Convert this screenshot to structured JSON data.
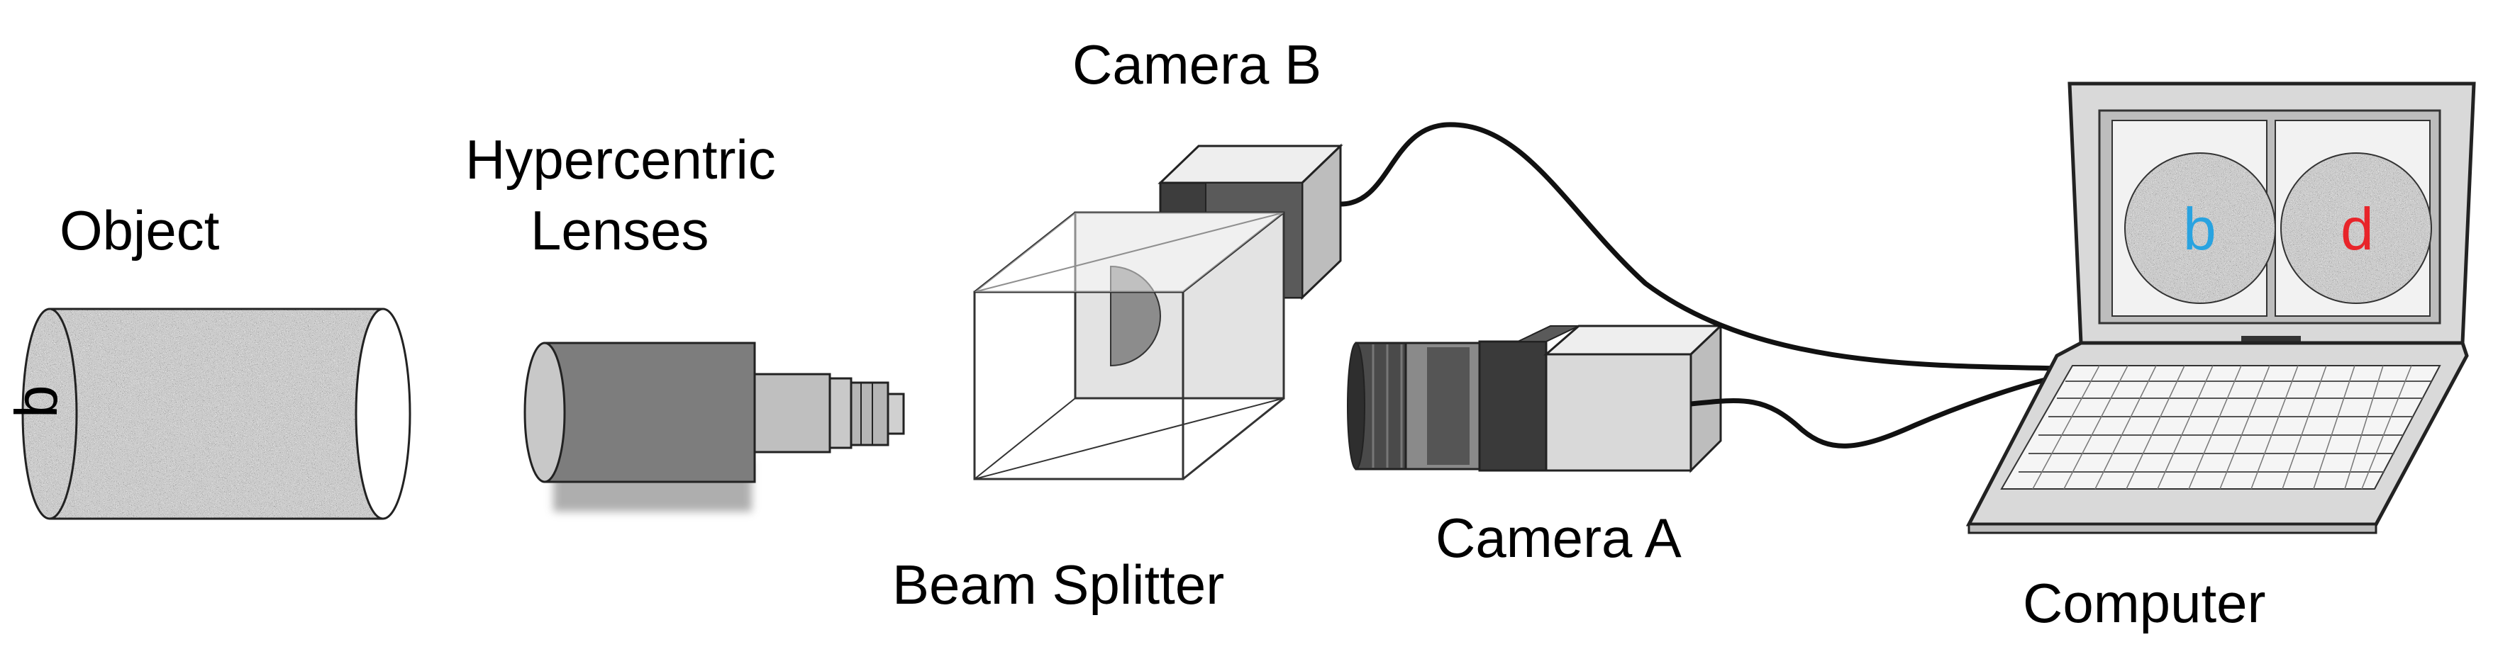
{
  "labels": {
    "object": "Object",
    "lenses_line1": "Hypercentric",
    "lenses_line2": "Lenses",
    "beam_splitter": "Beam Splitter",
    "camera_b": "Camera B",
    "camera_a": "Camera A",
    "computer": "Computer"
  },
  "object_letter": "b",
  "screen": {
    "left_letter": "b",
    "right_letter": "d",
    "left_color": "#29a3e0",
    "right_color": "#e8242a"
  },
  "colors": {
    "lens_body": "#7d7d7d",
    "camera_body": "#d9d9d9",
    "camera_front": "#3d3d3d",
    "cable": "#111111"
  }
}
